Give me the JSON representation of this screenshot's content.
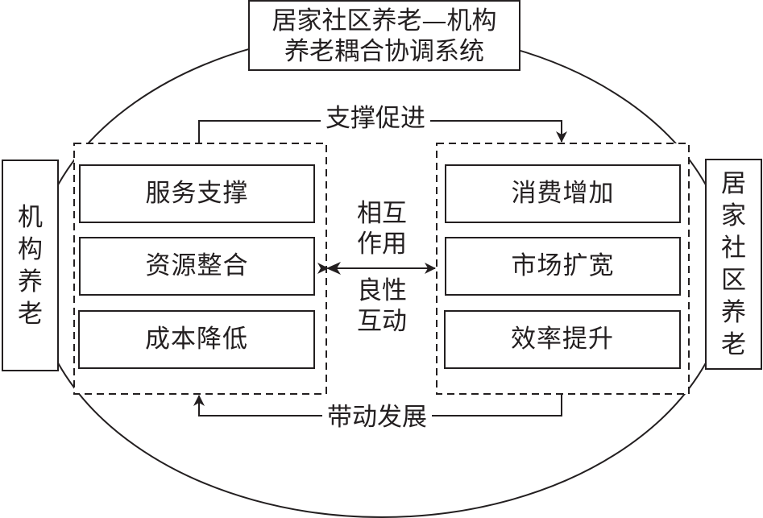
{
  "diagram": {
    "title_line1": "居家社区养老—机构",
    "title_line2": "养老耦合协调系统",
    "left_system": "机构养老",
    "right_system": "居家社区养老",
    "left_group": {
      "items": [
        "服务支撑",
        "资源整合",
        "成本降低"
      ]
    },
    "right_group": {
      "items": [
        "消费增加",
        "市场扩宽",
        "效率提升"
      ]
    },
    "top_flow_label": "支撑促进",
    "bottom_flow_label": "带动发展",
    "center_upper_label": "相互作用",
    "center_lower_label": "良性互动",
    "colors": {
      "stroke": "#231f20",
      "background": "#ffffff"
    }
  }
}
